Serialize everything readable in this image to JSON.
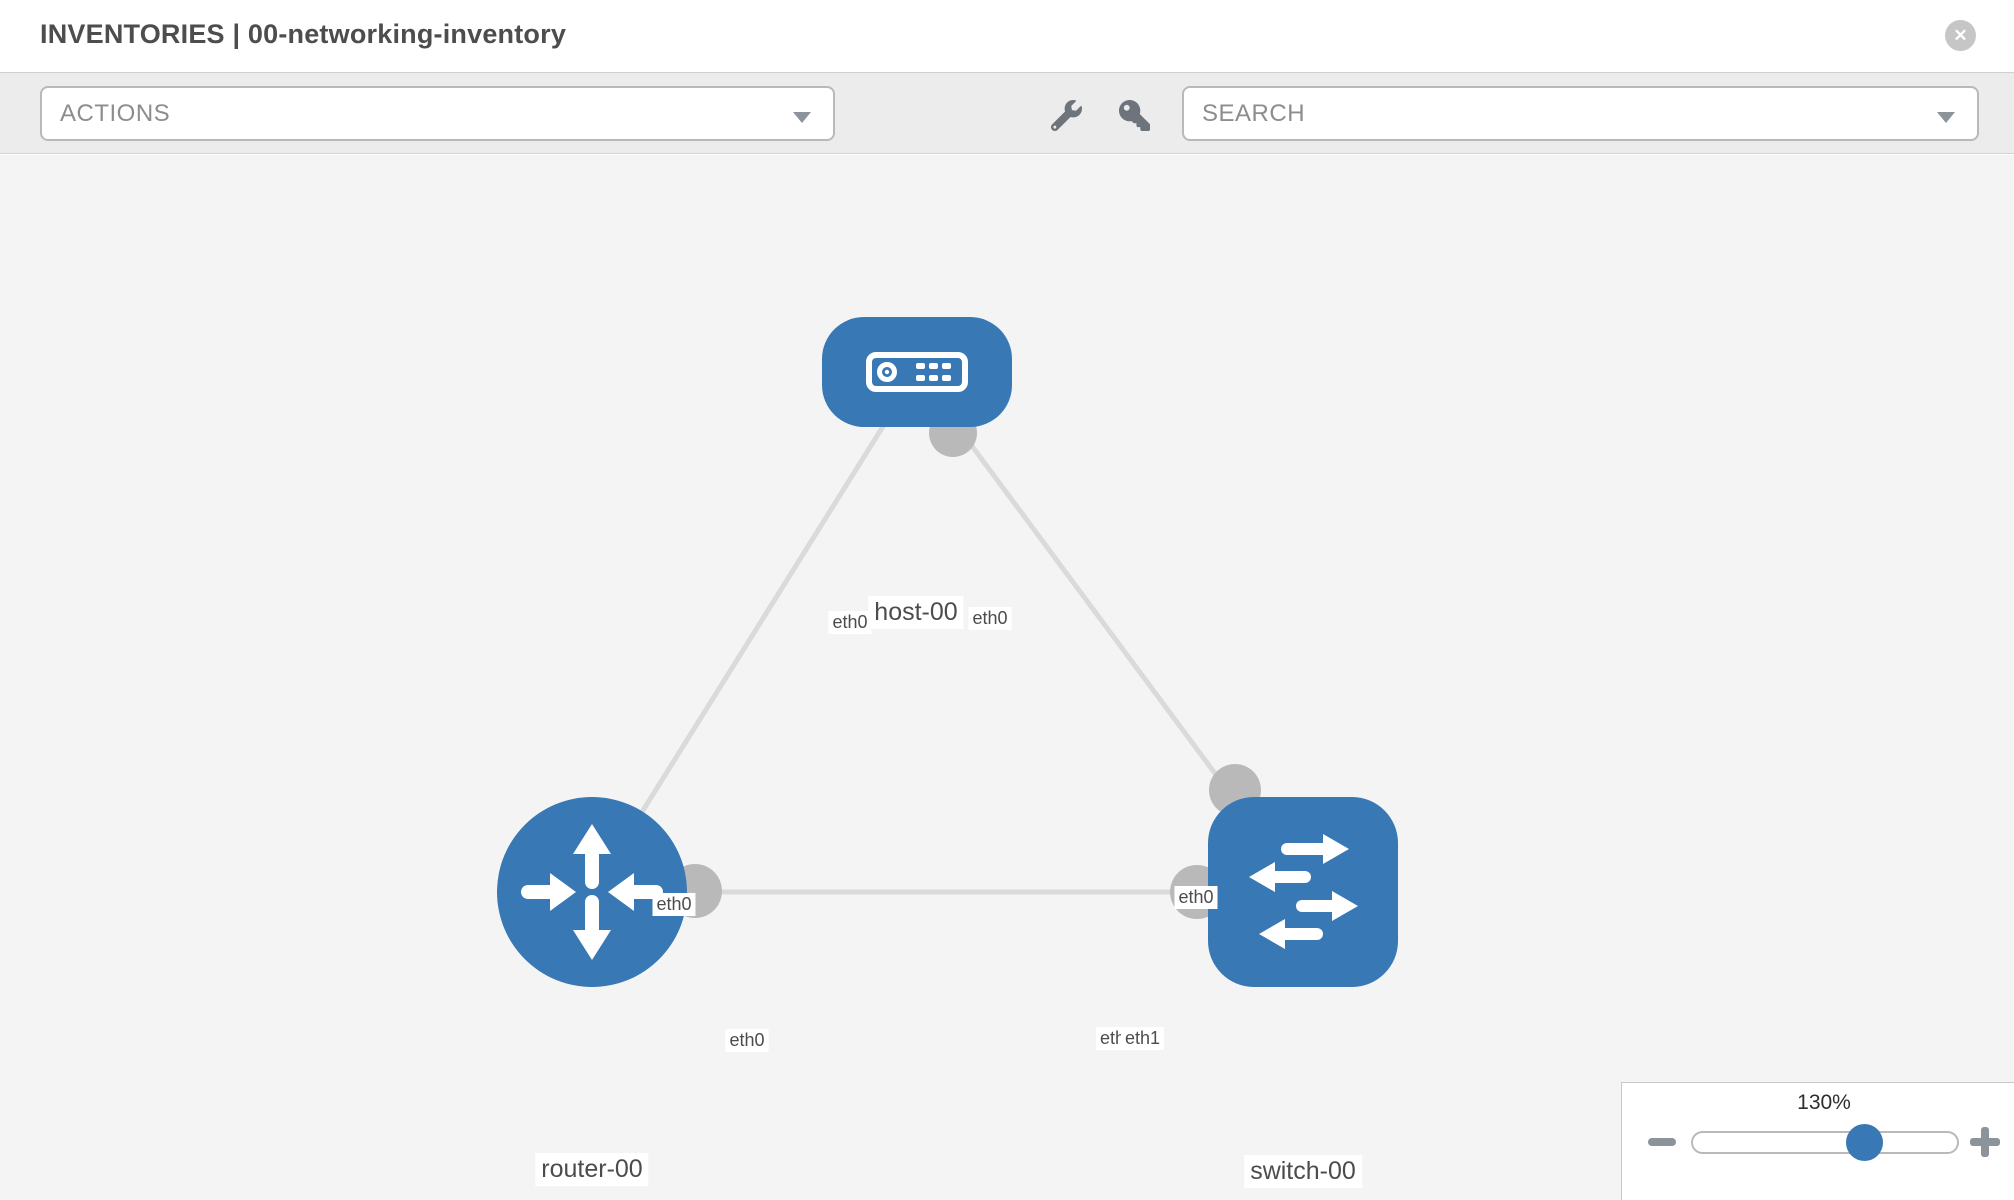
{
  "header": {
    "title": "INVENTORIES | 00-networking-inventory",
    "close_icon": "x-circle"
  },
  "toolbar": {
    "actions_label": "ACTIONS",
    "search_placeholder": "SEARCH",
    "icons": [
      "wrench-icon",
      "key-icon",
      "chevron-down-icon"
    ]
  },
  "topology": {
    "nodes": [
      {
        "name": "host-00",
        "type": "host",
        "shape": "rounded-rect",
        "icon": "server-icon"
      },
      {
        "name": "router-00",
        "type": "router",
        "shape": "circle",
        "icon": "router-arrows-icon"
      },
      {
        "name": "switch-00",
        "type": "switch",
        "shape": "rounded-square",
        "icon": "switch-arrows-icon"
      }
    ],
    "links": [
      {
        "from": "host-00",
        "to": "router-00"
      },
      {
        "from": "host-00",
        "to": "switch-00"
      },
      {
        "from": "router-00",
        "to": "switch-00"
      }
    ],
    "interface_labels": {
      "host_left": "eth0",
      "host_right": "eth0",
      "link_host_router_mid": "eth0",
      "link_host_switch_mid": "eth0",
      "router_side": "eth0",
      "switch_side_under": "eth0",
      "switch_side_over": "eth1"
    }
  },
  "zoom_control": {
    "level": "130%",
    "percent": 130,
    "minus_icon": "minus",
    "plus_icon": "plus"
  },
  "colors": {
    "node_blue": "#3878b4",
    "link_gray": "#dadada",
    "port_gray": "#b9b9b9",
    "canvas_bg": "#f4f4f4",
    "toolbar_bg": "#ececec"
  }
}
